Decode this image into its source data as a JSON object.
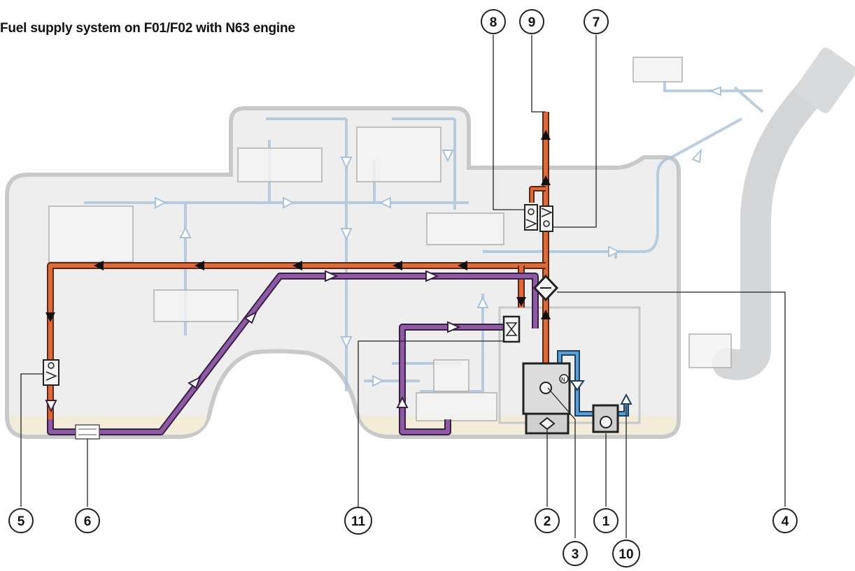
{
  "title": "Fuel supply system on F01/F02 with N63 engine",
  "callouts": [
    "1",
    "2",
    "3",
    "4",
    "5",
    "6",
    "7",
    "8",
    "9",
    "10",
    "11"
  ],
  "colors": {
    "tank_outline": "#c7c9cb",
    "tank_fill": "#eeeeee",
    "fuel_level": "#f3ecd9",
    "pressure_line": "#d85a2c",
    "return_line": "#7b4d8f",
    "vent_line": "#a9c3d9",
    "active_vent": "#4a90c8"
  }
}
